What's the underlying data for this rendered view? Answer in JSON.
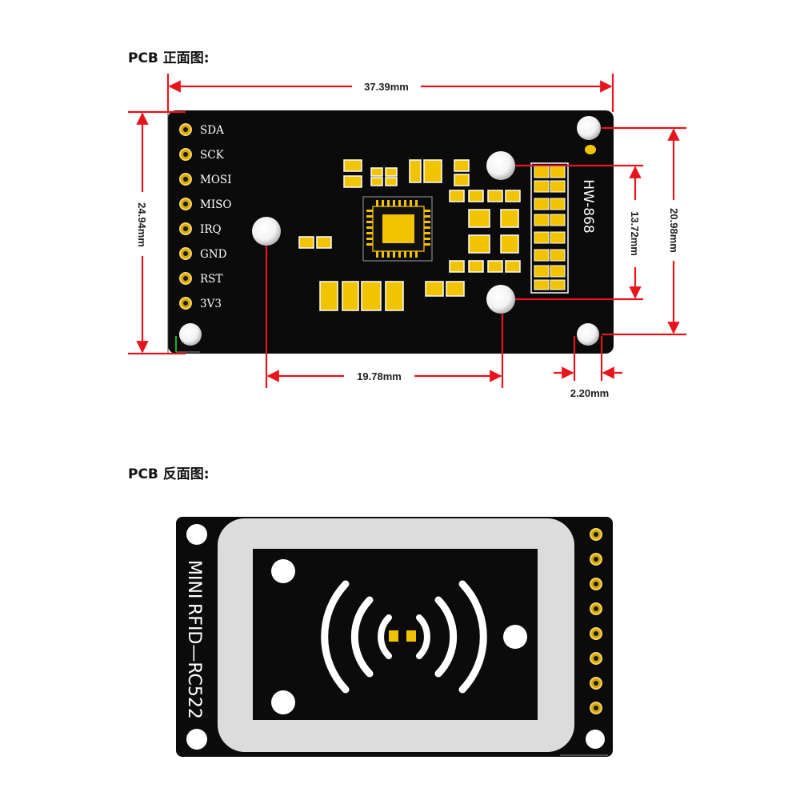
{
  "front": {
    "title": "PCB 正面图:",
    "pins": [
      "SDA",
      "SCK",
      "MOSI",
      "MISO",
      "IRQ",
      "GND",
      "RST",
      "3V3"
    ],
    "board_label": "HW-868",
    "dimensions": {
      "width": "37.39mm",
      "height": "24.94mm",
      "hole_span_vertical": "20.98mm",
      "inner_hole_span_vertical": "13.72mm",
      "hole_span_horizontal": "19.78mm",
      "edge_offset": "2.20mm"
    }
  },
  "back": {
    "title": "PCB 反面图:",
    "label_line1": "MINI",
    "label_line2": "RFID—RC522"
  },
  "colors": {
    "board": "#0b0b0b",
    "pad": "#f2c400",
    "dimension_line": "#e8141c",
    "antenna": "#dcdcdc"
  }
}
